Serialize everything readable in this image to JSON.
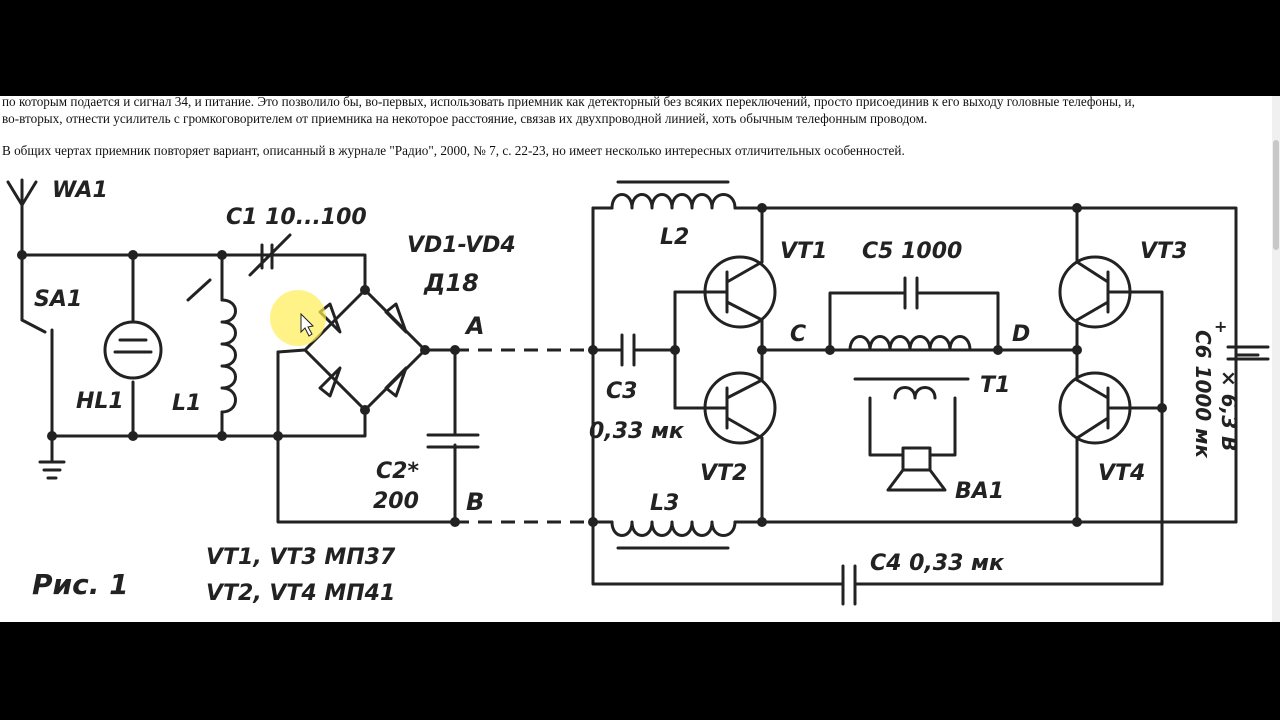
{
  "text": {
    "line1a": "по которым подается и сигнал 34, и питание. Это позволило бы, во-первых, использовать приемник как детекторный без всяких переключений, просто присоединив к его выходу головные телефоны, и,",
    "line1b": "во-вторых, отнести усилитель с громкоговорителем от приемника на некоторое расстояние, связав их двухпроводной линией, хоть обычным телефонным проводом.",
    "line2": "В общих чертах приемник повторяет вариант, описанный в журнале \"Радио\", 2000, № 7, с. 22-23, но имеет несколько интересных отличительных особенностей."
  },
  "schematic": {
    "figure_caption": "Рис. 1",
    "labels": {
      "antenna": "WA1",
      "switch": "SA1",
      "lamp": "HL1",
      "coil_l1": "L1",
      "cap_c1": "C1 10...100",
      "diodes": "VD1-VD4",
      "diode_type": "Д18",
      "node_a": "A",
      "node_b": "B",
      "cap_c2": "C2*",
      "cap_c2_value": "200",
      "transistor_note_1": "VT1, VT3  МП37",
      "transistor_note_2": "VT2, VT4  МП41",
      "cap_c3": "C3",
      "cap_c3_value": "0,33 мк",
      "coil_l2": "L2",
      "coil_l3": "L3",
      "vt1": "VT1",
      "vt2": "VT2",
      "vt3": "VT3",
      "vt4": "VT4",
      "cap_c5": "C5 1000",
      "node_c": "C",
      "node_d": "D",
      "transformer": "T1",
      "speaker": "BA1",
      "cap_c4": "C4 0,33 мк",
      "cap_c6": "C6 1000 мк",
      "cap_c6_voltage": "× 6,3 В",
      "plus_sign": "+"
    }
  }
}
